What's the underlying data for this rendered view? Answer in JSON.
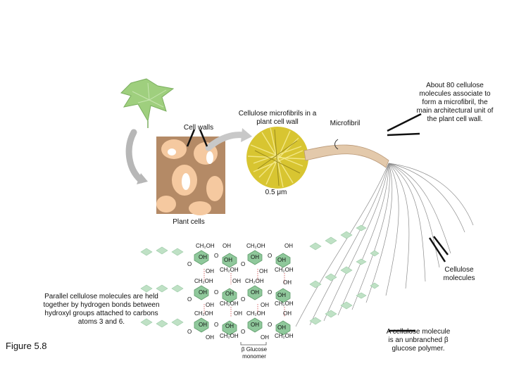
{
  "labels": {
    "cellulose_microfibrils": "Cellulose microfibrils in a plant cell wall",
    "cell_walls": "Cell walls",
    "microfibril": "Microfibril",
    "about_80": "About 80 cellulose molecules associate to form a microfibril, the main architectural unit of the plant cell wall.",
    "scale_bar": "0.5 μm",
    "plant_cells": "Plant cells",
    "cellulose_molecules": "Cellulose molecules",
    "parallel": "Parallel cellulose molecules are held together by hydrogen bonds between hydroxyl groups attached to carbons atoms 3 and 6.",
    "unbranched": "A cellulose molecule is an unbranched β glucose polymer.",
    "figure": "Figure 5.8",
    "beta_glucose": "β Glucose monomer"
  },
  "chem": {
    "ch2oh": "CH₂OH",
    "oh": "OH",
    "o": "O"
  },
  "colors": {
    "leaf": "#9fcf7e",
    "cell_wall": "#b48a66",
    "cell_fill": "#f5c9a0",
    "microfibril_disc": "#d8c531",
    "fiber": "#e3c9ab",
    "glucose": "#8fc89b"
  }
}
